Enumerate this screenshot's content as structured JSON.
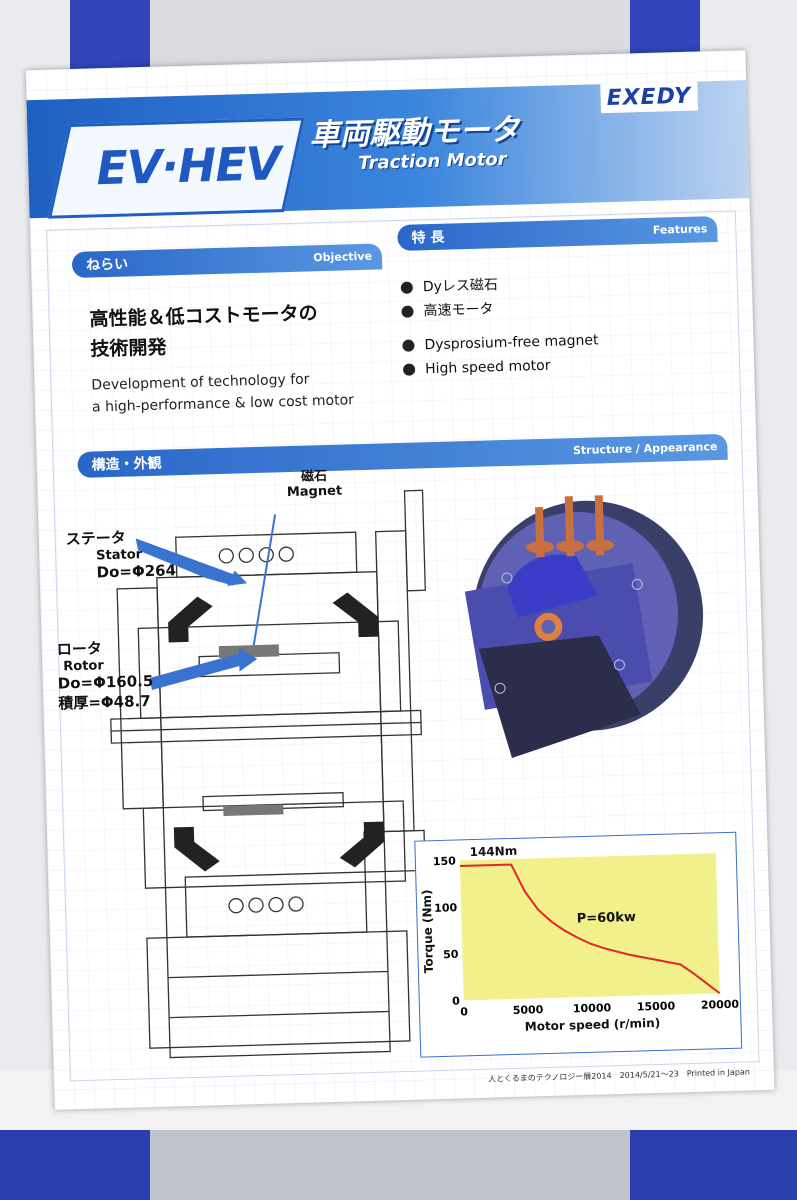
{
  "header": {
    "ev_title": "EV·HEV",
    "title_jp": "車両駆動モータ",
    "title_en": "Traction Motor",
    "brand": "EXEDY"
  },
  "objective": {
    "label_jp": "ねらい",
    "label_en": "Objective",
    "heading_line1": "高性能＆低コストモータの",
    "heading_line2": "技術開発",
    "text_line1": "Development of technology for",
    "text_line2": "a high-performance & low cost motor"
  },
  "features": {
    "label_jp": "特 長",
    "label_en": "Features",
    "items_jp": [
      "Dyレス磁石",
      "高速モータ"
    ],
    "items_en": [
      "Dysprosium-free magnet",
      "High speed motor"
    ]
  },
  "structure": {
    "label_jp": "構造・外観",
    "label_en": "Structure / Appearance",
    "magnet_jp": "磁石",
    "magnet_en": "Magnet",
    "stator_jp": "ステータ",
    "stator_en": "Stator",
    "stator_dim": "Do=Φ264",
    "rotor_jp": "ロータ",
    "rotor_en": "Rotor",
    "rotor_dim1": "Do=Φ160.5",
    "rotor_dim2": "積厚=Φ48.7"
  },
  "chart_data": {
    "type": "line",
    "xlabel": "Motor speed (r/min)",
    "ylabel": "Torque (Nm)",
    "xlim": [
      0,
      20000
    ],
    "ylim": [
      0,
      150
    ],
    "x_ticks": [
      0,
      5000,
      10000,
      15000,
      20000
    ],
    "y_ticks": [
      0,
      50,
      100,
      150
    ],
    "annotations": [
      "144Nm",
      "P=60kw"
    ],
    "series": [
      {
        "x": [
          0,
          4000,
          5000,
          6000,
          7000,
          8000,
          9000,
          10000,
          11000,
          12000,
          13000,
          14000,
          15000,
          16000,
          17000,
          18000,
          19000,
          20000
        ],
        "y": [
          144,
          144,
          115,
          95,
          82,
          72,
          64,
          57,
          52,
          48,
          44,
          41,
          38,
          35,
          32,
          22,
          11,
          0
        ]
      }
    ],
    "colors": {
      "background": "#f2f08a",
      "line": "#e0262a"
    }
  },
  "footer": {
    "note": "人とくるまのテクノロジー展2014　2014/5/21～23　Printed in Japan"
  }
}
